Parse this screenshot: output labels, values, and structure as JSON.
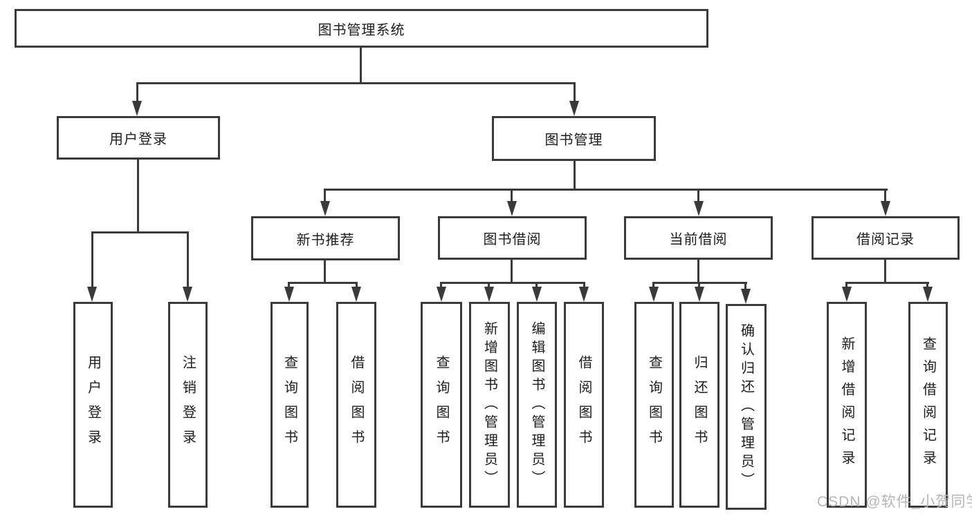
{
  "colors": {
    "line": "#3a3a3a",
    "text": "#1d1d1d",
    "watermark": "#b6b6b6",
    "background": "#ffffff"
  },
  "diagram": {
    "root": {
      "label": "图书管理系统"
    },
    "branches": [
      {
        "label": "用户登录",
        "children": [
          {
            "label": "用户登录"
          },
          {
            "label": "注销登录"
          }
        ]
      },
      {
        "label": "图书管理",
        "groups": [
          {
            "label": "新书推荐",
            "children": [
              {
                "label": "查询图书"
              },
              {
                "label": "借阅图书"
              }
            ]
          },
          {
            "label": "图书借阅",
            "children": [
              {
                "label": "查询图书"
              },
              {
                "label": "新增图书（管理员）"
              },
              {
                "label": "编辑图书（管理员）"
              },
              {
                "label": "借阅图书"
              }
            ]
          },
          {
            "label": "当前借阅",
            "children": [
              {
                "label": "查询图书"
              },
              {
                "label": "归还图书"
              },
              {
                "label": "确认归还（管理员）"
              }
            ]
          },
          {
            "label": "借阅记录",
            "children": [
              {
                "label": "新增借阅记录"
              },
              {
                "label": "查询借阅记录"
              }
            ]
          }
        ]
      }
    ]
  },
  "watermark": {
    "text": "CSDN @软件_小贺同学"
  }
}
